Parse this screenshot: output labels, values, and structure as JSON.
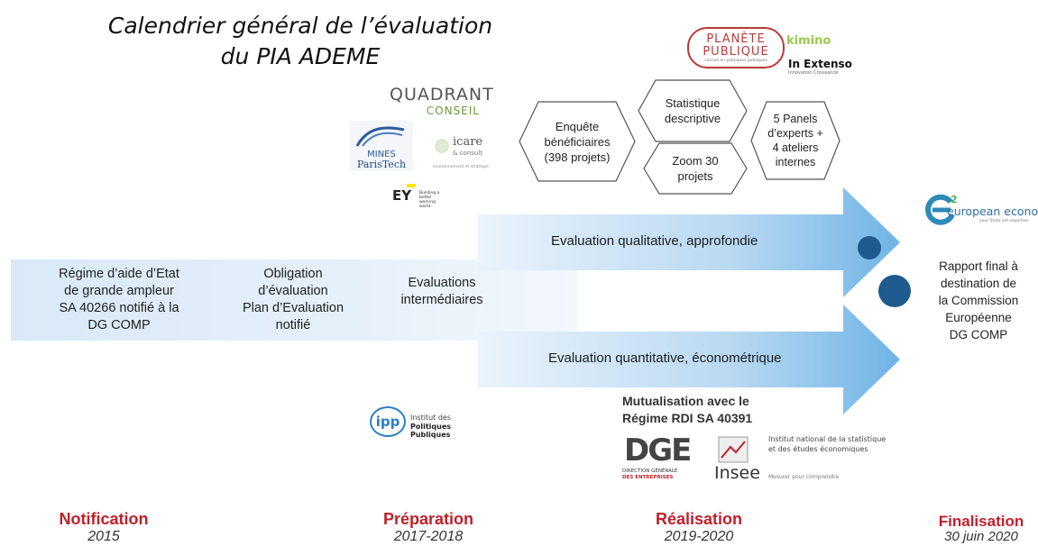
{
  "title": {
    "line1": "Calendrier général de l’évaluation",
    "line2": "du PIA ADEME"
  },
  "timeline": {
    "item1": [
      "Régime d’aide d’Etat",
      "de grande ampleur",
      "SA 40266 notifié à la",
      "DG COMP"
    ],
    "item2": [
      "Obligation",
      "d’évaluation",
      "Plan d’Evaluation",
      "notifié"
    ],
    "item3": [
      "Evaluations",
      "intermédiaires"
    ]
  },
  "arrows": {
    "qualitative": "Evaluation qualitative, approfondie",
    "quantitative": "Evaluation quantitative,  économétrique"
  },
  "hexagons": {
    "enquete": [
      "Enquête",
      "bénéficiaires",
      "(398 projets)"
    ],
    "statistique": [
      "Statistique",
      "descriptive"
    ],
    "zoom": [
      "Zoom 30",
      "projets"
    ],
    "panels": [
      "5 Panels",
      "d’experts +",
      "4 ateliers",
      "internes"
    ]
  },
  "final_report": [
    "Rapport final à",
    "destination de",
    "la Commission",
    "Européenne",
    "DG COMP"
  ],
  "mutualisation": [
    "Mutualisation avec le",
    "Régime RDI SA 40391"
  ],
  "phases": [
    {
      "name": "Notification",
      "date": "2015"
    },
    {
      "name": "Préparation",
      "date": "2017-2018"
    },
    {
      "name": "Réalisation",
      "date": "2019-2020"
    },
    {
      "name": "Finalisation",
      "date": "30 juin 2020"
    }
  ],
  "logos": {
    "quadrant": [
      "QUADRANT",
      "CONSEIL"
    ],
    "mines": [
      "MINES",
      "ParisTech"
    ],
    "icare": [
      "icare",
      "& consult",
      "environnement et stratégie"
    ],
    "ey": [
      "EY",
      "Building a better working world"
    ],
    "ipp": [
      "ipp",
      "Institut des",
      "Politiques Publiques"
    ],
    "planete": [
      "PLANÈTE",
      "PUBLIQUE",
      "conseil en politiques publiques"
    ],
    "kimino": "kimino",
    "inextenso": [
      "In Extenso",
      "Innovation Croissance"
    ],
    "european": [
      "european economics",
      "your State aid expertise"
    ],
    "dge": [
      "DGE",
      "DIRECTION GÉNÉRALE",
      "DES ENTREPRISES"
    ],
    "insee": [
      "Insee",
      "Institut national de la statistique",
      "et des études économiques",
      "Mesurer pour comprendre"
    ]
  },
  "colors": {
    "phase_red": "#c0202a",
    "arrow_blue": "#5aa8e0",
    "dot_blue": "#1f5a8f"
  }
}
